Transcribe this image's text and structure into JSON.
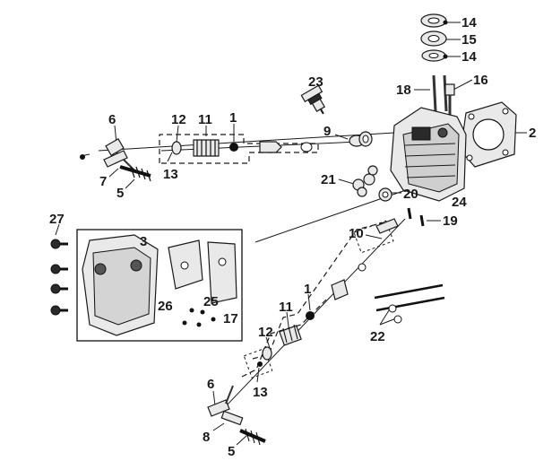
{
  "diagram": {
    "callouts": [
      {
        "id": "c14a",
        "text": "14"
      },
      {
        "id": "c15",
        "text": "15"
      },
      {
        "id": "c14b",
        "text": "14"
      },
      {
        "id": "c16",
        "text": "16"
      },
      {
        "id": "c18",
        "text": "18"
      },
      {
        "id": "c23",
        "text": "23"
      },
      {
        "id": "c2",
        "text": "2"
      },
      {
        "id": "c6a",
        "text": "6"
      },
      {
        "id": "c12a",
        "text": "12"
      },
      {
        "id": "c11a",
        "text": "11"
      },
      {
        "id": "c1a",
        "text": "1"
      },
      {
        "id": "c9",
        "text": "9"
      },
      {
        "id": "c13a",
        "text": "13"
      },
      {
        "id": "c7",
        "text": "7"
      },
      {
        "id": "c5a",
        "text": "5"
      },
      {
        "id": "c21",
        "text": "21"
      },
      {
        "id": "c20",
        "text": "20"
      },
      {
        "id": "c24",
        "text": "24"
      },
      {
        "id": "c27",
        "text": "27"
      },
      {
        "id": "c3",
        "text": "3"
      },
      {
        "id": "c19",
        "text": "19"
      },
      {
        "id": "c10",
        "text": "10"
      },
      {
        "id": "c26",
        "text": "26"
      },
      {
        "id": "c25",
        "text": "25"
      },
      {
        "id": "c1b",
        "text": "1"
      },
      {
        "id": "c11b",
        "text": "11"
      },
      {
        "id": "c17",
        "text": "17"
      },
      {
        "id": "c22",
        "text": "22"
      },
      {
        "id": "c12b",
        "text": "12"
      },
      {
        "id": "c13b",
        "text": "13"
      },
      {
        "id": "c6b",
        "text": "6"
      },
      {
        "id": "c8",
        "text": "8"
      },
      {
        "id": "c5b",
        "text": "5"
      }
    ]
  }
}
